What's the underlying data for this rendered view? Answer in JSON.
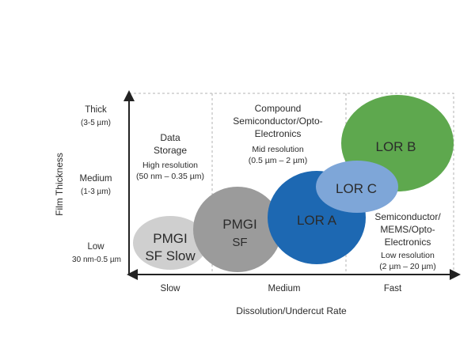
{
  "y_axis": {
    "title": "Film Thickness",
    "levels": [
      {
        "label": "Thick",
        "sub": "(3-5 µm)"
      },
      {
        "label": "Medium",
        "sub": "(1-3 µm)"
      },
      {
        "label": "Low",
        "sub": "30 nm-0.5 µm"
      }
    ]
  },
  "x_axis": {
    "title": "Dissolution/Undercut Rate",
    "levels": [
      "Slow",
      "Medium",
      "Fast"
    ]
  },
  "regions": {
    "data_storage": {
      "title": [
        "Data",
        "Storage"
      ],
      "resolution": "High resolution",
      "range": "(50 nm – 0.35 µm)"
    },
    "compound": {
      "title": [
        "Compound",
        "Semiconductor/Opto-",
        "Electronics"
      ],
      "resolution": "Mid resolution",
      "range": "(0.5 µm – 2 µm)"
    },
    "semiconductor": {
      "title": [
        "Semiconductor/",
        "MEMS/Opto-",
        "Electronics"
      ],
      "resolution": "Low resolution",
      "range": "(2 µm – 20 µm)"
    }
  },
  "products": [
    {
      "id": "pmgi-sf-slow",
      "lines": [
        "PMGI",
        "SF Slow"
      ],
      "color": "#cfcfcf"
    },
    {
      "id": "pmgi-sf",
      "lines": [
        "PMGI",
        "SF"
      ],
      "color": "#9b9b9b"
    },
    {
      "id": "lor-a",
      "lines": [
        "LOR A"
      ],
      "color": "#1d68b2"
    },
    {
      "id": "lor-b",
      "lines": [
        "LOR B"
      ],
      "color": "#5ea84e"
    },
    {
      "id": "lor-c",
      "lines": [
        "LOR C"
      ],
      "color": "#7ea6d8"
    }
  ]
}
